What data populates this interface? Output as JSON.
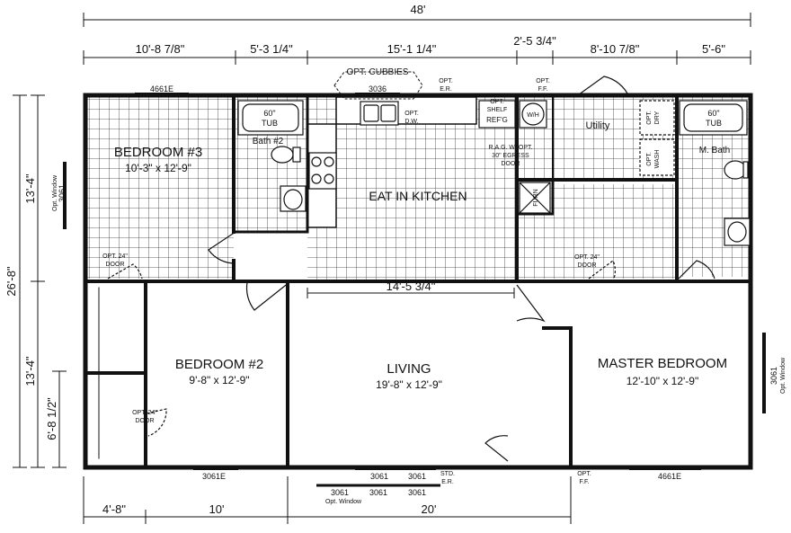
{
  "dimensions": {
    "overall_width": "48'",
    "top_segments": [
      "10'-8 7/8\"",
      "5'-3 1/4\"",
      "15'-1 1/4\"",
      "2'-5 3/4\"",
      "8'-10 7/8\"",
      "5'-6\""
    ],
    "bottom_segments": [
      "4'-8\"",
      "10'",
      "20'"
    ],
    "overall_depth": "26'-8\"",
    "left_upper": "13'-4\"",
    "left_lower": "13'-4\"",
    "left_closet": "6'-8 1/2\"",
    "hall_length": "14'-5 3/4\""
  },
  "rooms": {
    "bedroom3": {
      "name": "BEDROOM #3",
      "size": "10'-3\" x 12'-9\""
    },
    "bedroom2": {
      "name": "BEDROOM #2",
      "size": "9'-8\" x 12'-9\""
    },
    "living": {
      "name": "LIVING",
      "size": "19'-8\" x 12'-9\""
    },
    "master": {
      "name": "MASTER BEDROOM",
      "size": "12'-10\" x 12'-9\""
    },
    "kitchen": {
      "name": "EAT IN KITCHEN"
    },
    "bath2": {
      "name": "Bath #2"
    },
    "mbath": {
      "name": "M. Bath"
    },
    "utility": {
      "name": "Utility"
    }
  },
  "fixtures": {
    "tub": [
      "60\"",
      "TUB"
    ],
    "wh": "W/H",
    "furn": "FURN",
    "refg": "REF'G",
    "shelf": [
      "OPT.",
      "SHELF"
    ],
    "dw": [
      "OPT.",
      "D.W."
    ],
    "dry": [
      "OPT.",
      "DRY"
    ],
    "wash": [
      "OPT.",
      "WASH"
    ]
  },
  "labels": {
    "opt_cubbies": "OPT. CUBBIES",
    "opt_er": [
      "OPT.",
      "E.R."
    ],
    "opt_ff": [
      "OPT.",
      "F.F."
    ],
    "rag": [
      "R.A.G. W/ OPT.",
      "30\" EGRESS",
      "DOOR"
    ],
    "opt24_door": [
      "OPT. 24\"",
      "DOOR"
    ],
    "std_er": [
      "STD.",
      "E.R."
    ],
    "opt_window": "Opt. Window"
  },
  "windows": {
    "top_left": "4661E",
    "top_kitchen": "3036",
    "left_side": "3061",
    "right_side": "3061",
    "bottom_bed2": "3061E",
    "bottom_living": [
      "3061",
      "3061"
    ],
    "bottom_opt": [
      "3061",
      "3061",
      "3061"
    ],
    "bottom_master": "4661E"
  }
}
